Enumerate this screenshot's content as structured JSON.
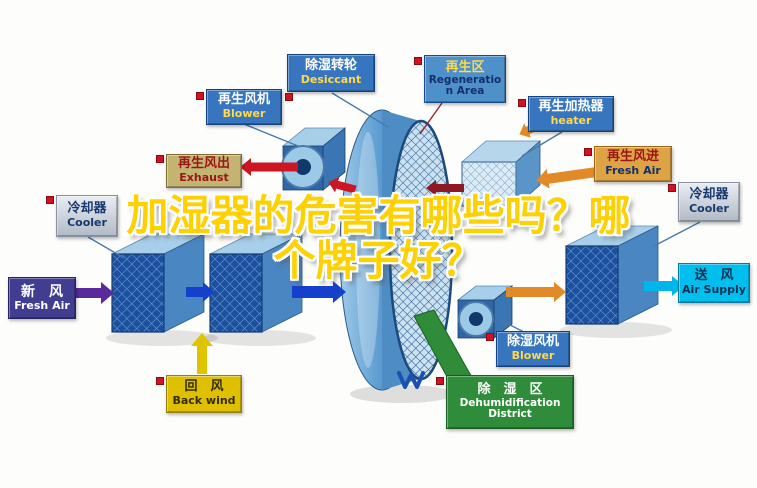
{
  "title": {
    "line1": "加湿器的危害有哪些吗？哪",
    "line2": "个牌子好？"
  },
  "labels": {
    "desiccant": {
      "zh": "除湿转轮",
      "en": "Desiccant"
    },
    "regeneration": {
      "zh": "再生区",
      "en": "Regeneration Area"
    },
    "blower_top": {
      "zh": "再生风机",
      "en": "Blower"
    },
    "heater": {
      "zh": "再生加热器",
      "en": "heater"
    },
    "exhaust": {
      "zh": "再生风出",
      "en": "Exhaust"
    },
    "fresh_air_in": {
      "zh": "再生风进",
      "en": "Fresh Air"
    },
    "cooler_left": {
      "zh": "冷却器",
      "en": "Cooler"
    },
    "cooler_right": {
      "zh": "冷却器",
      "en": "Cooler"
    },
    "fresh_air_left": {
      "zh": "新　风",
      "en": "Fresh Air"
    },
    "air_supply": {
      "zh": "送　风",
      "en": "Air Supply"
    },
    "back_wind": {
      "zh": "回　风",
      "en": "Back wind"
    },
    "dehum_blower": {
      "zh": "除湿风机",
      "en": "Blower"
    },
    "dehum_district": {
      "zh": "除　湿　区",
      "en": "Dehumidification",
      "en2": "District"
    }
  },
  "colors": {
    "title_fill": "#fdd104",
    "title_outline": "#ffffff",
    "blue_label": "#3776bf",
    "regen_label": "#4e90ca",
    "tan_label": "#c4b472",
    "orange_label": "#dda344",
    "silver_label": "#c9ced8",
    "indigo_label": "#413e92",
    "cyan_label": "#00bfee",
    "yellow_label": "#dfc000",
    "green_label": "#2f8c3a"
  },
  "flows": [
    {
      "name": "fresh-air-inlet-arrow",
      "color": "#5a2a9c",
      "direction": "right"
    },
    {
      "name": "process-air-unit1-to-unit2-arrow",
      "color": "#1540cc",
      "direction": "right"
    },
    {
      "name": "process-air-unit2-to-rotor-arrow",
      "color": "#1540cc",
      "direction": "right"
    },
    {
      "name": "return-air-arrow",
      "color": "#dfc000",
      "direction": "up"
    },
    {
      "name": "supply-air-arrow",
      "color": "#00b6ea",
      "direction": "right"
    },
    {
      "name": "regen-air-in-arrow",
      "color": "#e28a28",
      "direction": "left"
    },
    {
      "name": "regen-air-heater-arrow",
      "color": "#e28a28",
      "direction": "down-left"
    },
    {
      "name": "regen-air-rotor-arrow",
      "color": "#8e1824",
      "direction": "left"
    },
    {
      "name": "rotor-to-fan-arrow",
      "color": "#cc1622",
      "direction": "left"
    },
    {
      "name": "exhaust-out-arrow",
      "color": "#cc1622",
      "direction": "left"
    },
    {
      "name": "dry-air-to-unit-arrow",
      "color": "#e28a28",
      "direction": "right"
    }
  ]
}
